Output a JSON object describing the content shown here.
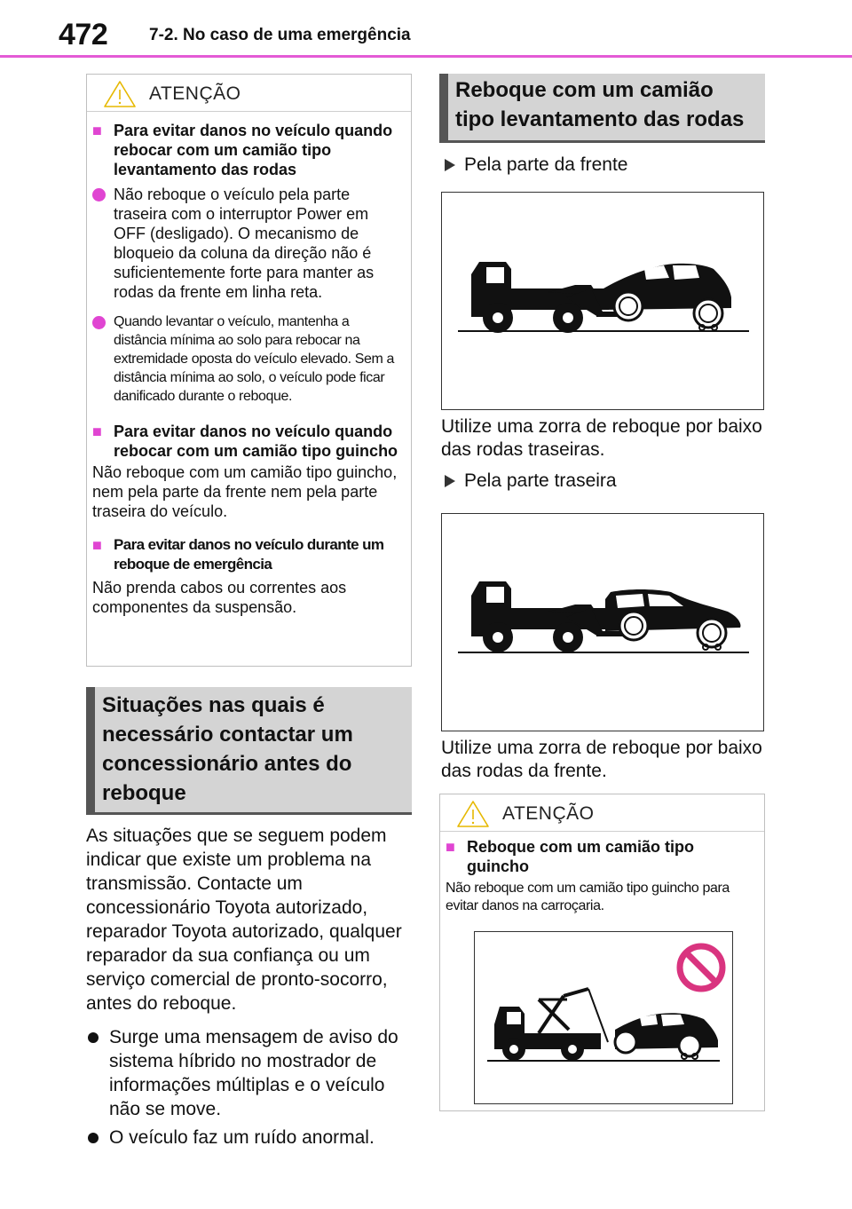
{
  "header": {
    "page_number": "472",
    "section": "7-2. No caso de uma emergência"
  },
  "left_caution": {
    "label": "ATENÇÃO",
    "head1": "Para evitar danos no veículo quando rebocar com um camião tipo levantamento das rodas",
    "item1": "Não reboque o veículo pela parte traseira com o interruptor Power em OFF (desligado). O mecanismo de bloqueio da coluna da direção não é suficientemente forte para manter as rodas da frente em linha reta.",
    "item2": "Quando levantar o veículo, mantenha a distância mínima ao solo para rebocar na extremidade oposta do veículo elevado. Sem a distância mínima ao solo, o veículo pode ficar danificado durante o reboque.",
    "head2": "Para evitar danos no veículo quando rebocar com um camião tipo guincho",
    "text2": "Não reboque com um camião tipo guincho, nem pela parte da frente nem pela parte traseira do veículo.",
    "head3": "Para evitar danos no veículo durante um reboque de emergência",
    "text3": "Não prenda cabos ou correntes aos componentes da suspensão."
  },
  "situations": {
    "heading": "Situações nas quais é necessário contactar um concessionário antes do reboque",
    "intro": "As situações que se seguem podem indicar que existe um problema na transmissão. Contacte um concessionário Toyota autorizado, reparador Toyota autorizado, qualquer reparador da sua confiança ou um serviço comercial de pronto-socorro, antes do reboque.",
    "bullet1": "Surge uma mensagem de aviso do sistema híbrido no mostrador de informações múltiplas e o veículo não se move.",
    "bullet2": "O veículo faz um ruído anormal."
  },
  "right": {
    "heading": "Reboque com um camião tipo levantamento das rodas",
    "front_label": "Pela parte da frente",
    "front_text": "Utilize uma zorra de reboque por baixo das rodas traseiras.",
    "rear_label": "Pela parte traseira",
    "rear_text": "Utilize uma zorra de reboque por baixo das rodas da frente."
  },
  "right_caution": {
    "label": "ATENÇÃO",
    "head": "Reboque com um camião tipo guincho",
    "text": "Não reboque com um camião tipo guincho para evitar danos na carroçaria."
  },
  "colors": {
    "accent": "#e045d2",
    "header_rule": "#e45bd6",
    "heading_bg": "#d4d4d4",
    "prohibition": "#d9347f"
  }
}
